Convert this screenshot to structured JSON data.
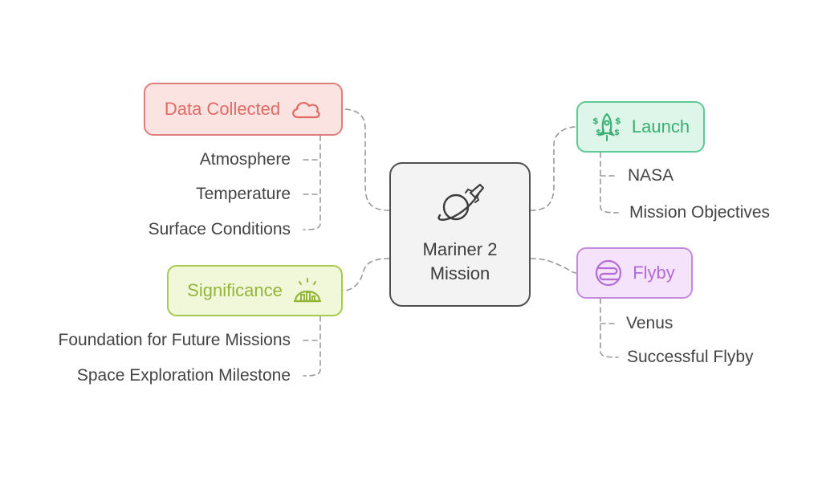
{
  "center": {
    "line1": "Mariner 2",
    "line2": "Mission",
    "icon": "planet-rocket-icon"
  },
  "branches": {
    "data_collected": {
      "label": "Data Collected",
      "icon": "cloud-icon",
      "color": "#e06a64",
      "items": [
        "Atmosphere",
        "Temperature",
        "Surface Conditions"
      ]
    },
    "significance": {
      "label": "Significance",
      "icon": "city-dome-icon",
      "color": "#92b53a",
      "items": [
        "Foundation for Future Missions",
        "Space Exploration Milestone"
      ]
    },
    "launch": {
      "label": "Launch",
      "icon": "money-rocket-icon",
      "color": "#3aae73",
      "items": [
        "NASA",
        "Mission Objectives"
      ]
    },
    "flyby": {
      "label": "Flyby",
      "icon": "planet-swirl-icon",
      "color": "#b36bd6",
      "items": [
        "Venus",
        "Successful Flyby"
      ]
    }
  }
}
